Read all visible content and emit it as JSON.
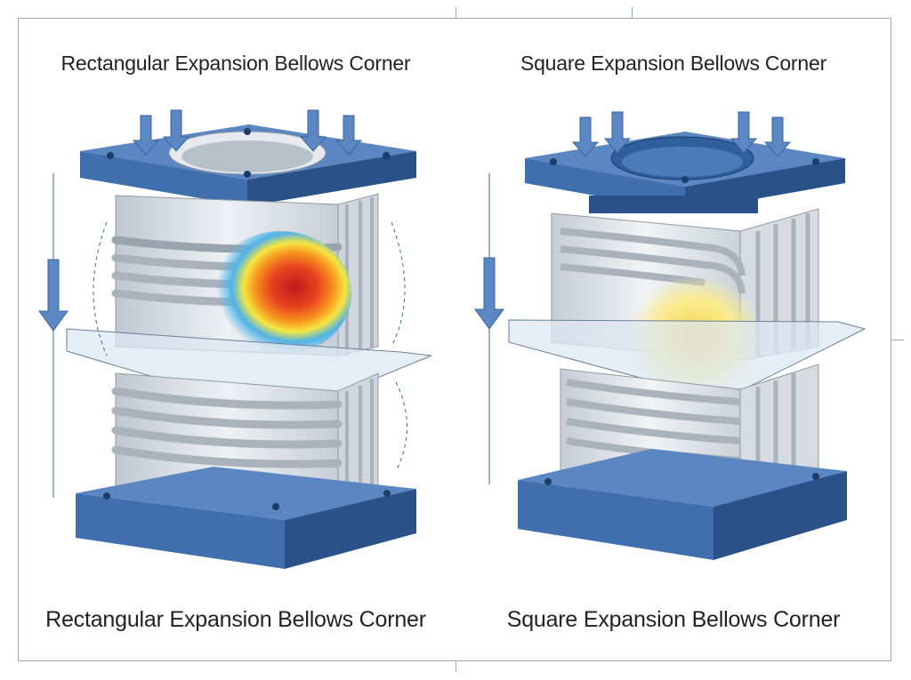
{
  "left_panel": {
    "top_title": "Rectangular Expansion Bellows Corner",
    "bottom_title": "Rectangular Expansion Bellows Corner",
    "stress_level": "high",
    "hotspot_colors": [
      "#d7261e",
      "#f7931e",
      "#f5e642",
      "#4fb3e8"
    ]
  },
  "right_panel": {
    "top_title": "Square Expansion Bellows Corner",
    "bottom_title": "Square Expansion Bellows Corner",
    "stress_level": "low",
    "hotspot_colors": [
      "#f6d04d",
      "#fbeb8c"
    ]
  },
  "colors": {
    "flange_blue": "#3f6fad",
    "flange_dark": "#2b5189",
    "bellows_gray": "#d9dee4",
    "arrow_blue": "#5b88c2"
  }
}
